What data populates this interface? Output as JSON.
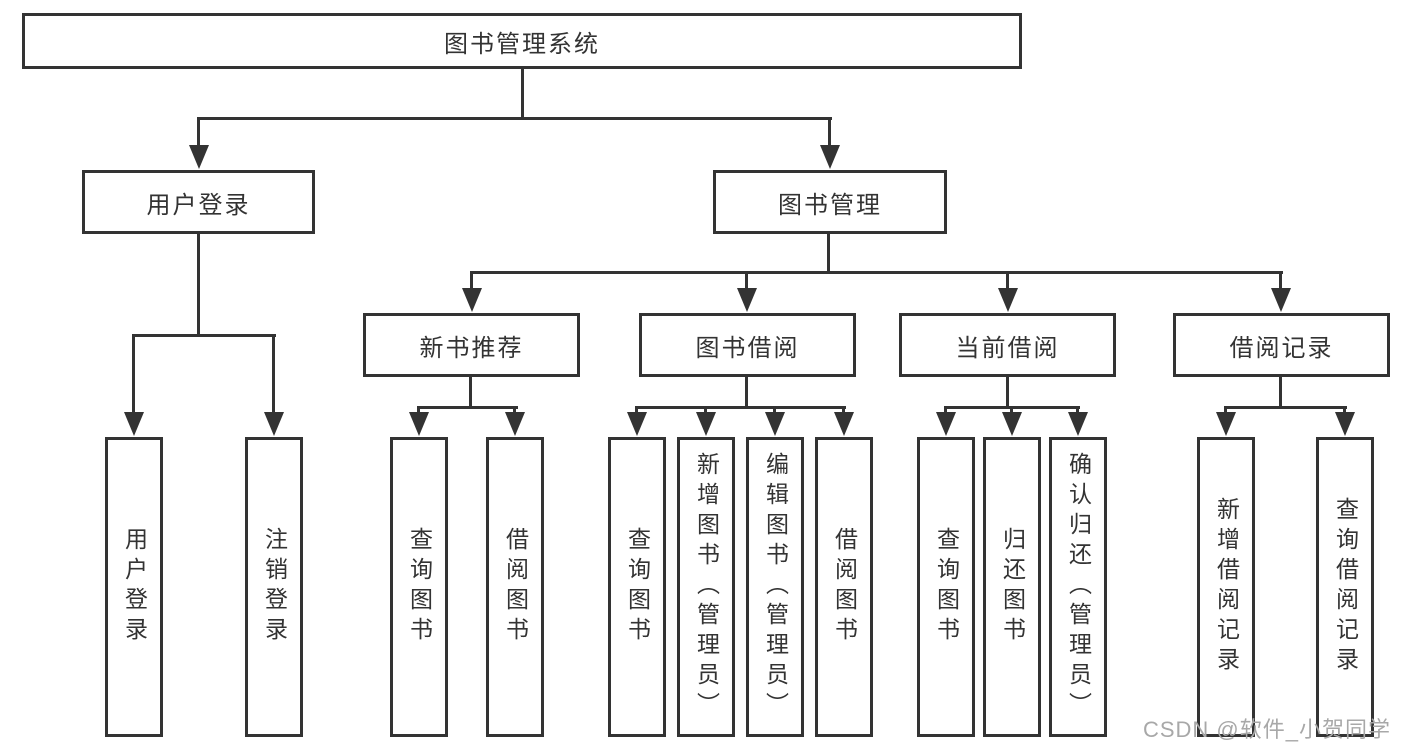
{
  "diagram_type": "function-structure-tree",
  "tree": {
    "root": {
      "label": "图书管理系统"
    },
    "branches": [
      {
        "label": "用户登录",
        "children": [
          {
            "label": "用户登录"
          },
          {
            "label": "注销登录"
          }
        ]
      },
      {
        "label": "图书管理",
        "children": [
          {
            "label": "新书推荐",
            "children": [
              {
                "label": "查询图书"
              },
              {
                "label": "借阅图书"
              }
            ]
          },
          {
            "label": "图书借阅",
            "children": [
              {
                "label": "查询图书"
              },
              {
                "label": "新增图书（管理员）"
              },
              {
                "label": "编辑图书（管理员）"
              },
              {
                "label": "借阅图书"
              }
            ]
          },
          {
            "label": "当前借阅",
            "children": [
              {
                "label": "查询图书"
              },
              {
                "label": "归还图书"
              },
              {
                "label": "确认归还（管理员）"
              }
            ]
          },
          {
            "label": "借阅记录",
            "children": [
              {
                "label": "新增借阅记录"
              },
              {
                "label": "查询借阅记录"
              }
            ]
          }
        ]
      }
    ]
  },
  "watermark": {
    "text": "CSDN @软件_小贺同学"
  },
  "colors": {
    "line": "#333333",
    "text": "#333333",
    "background": "#ffffff",
    "watermark": "#a8a8a8"
  }
}
